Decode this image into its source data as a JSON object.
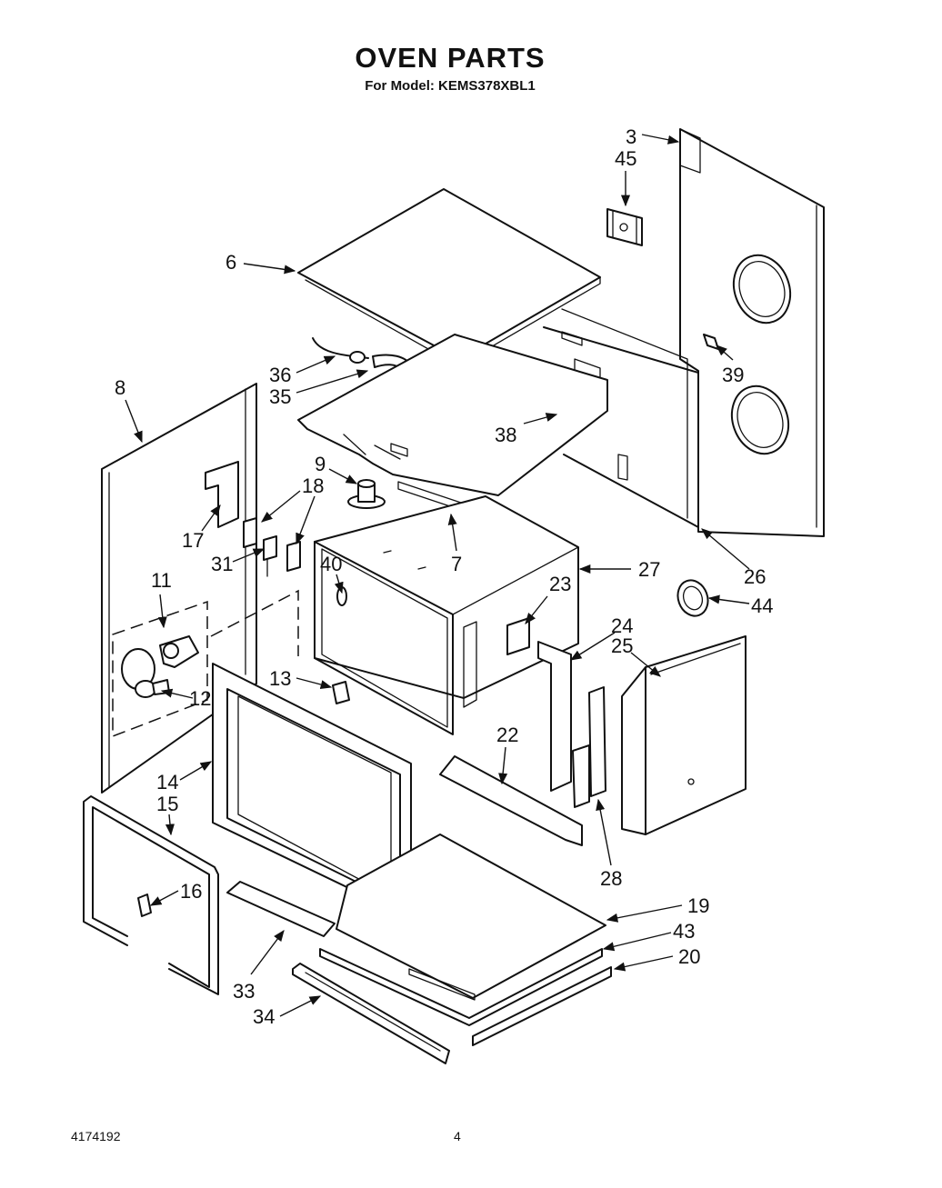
{
  "header": {
    "title": "OVEN PARTS",
    "subtitle": "For Model: KEMS378XBL1"
  },
  "footer": {
    "doc_number": "4174192",
    "page_number": "4"
  },
  "callouts": [
    "3",
    "45",
    "6",
    "39",
    "36",
    "35",
    "38",
    "8",
    "9",
    "18",
    "17",
    "31",
    "7",
    "27",
    "40",
    "23",
    "26",
    "44",
    "11",
    "24",
    "25",
    "13",
    "22",
    "12",
    "14",
    "15",
    "28",
    "16",
    "19",
    "43",
    "20",
    "33",
    "34"
  ]
}
